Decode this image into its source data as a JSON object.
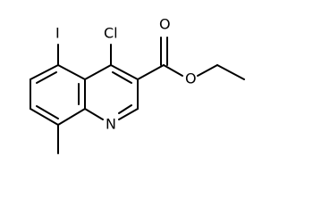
{
  "molecule": {
    "atom_labels": {
      "iodine": "I",
      "chlorine": "Cl",
      "carbonyl_oxygen": "O",
      "ester_oxygen": "O",
      "ring_nitrogen": "N"
    },
    "colors": {
      "bond": "#000000",
      "text": "#000000",
      "background": "#ffffff"
    }
  }
}
